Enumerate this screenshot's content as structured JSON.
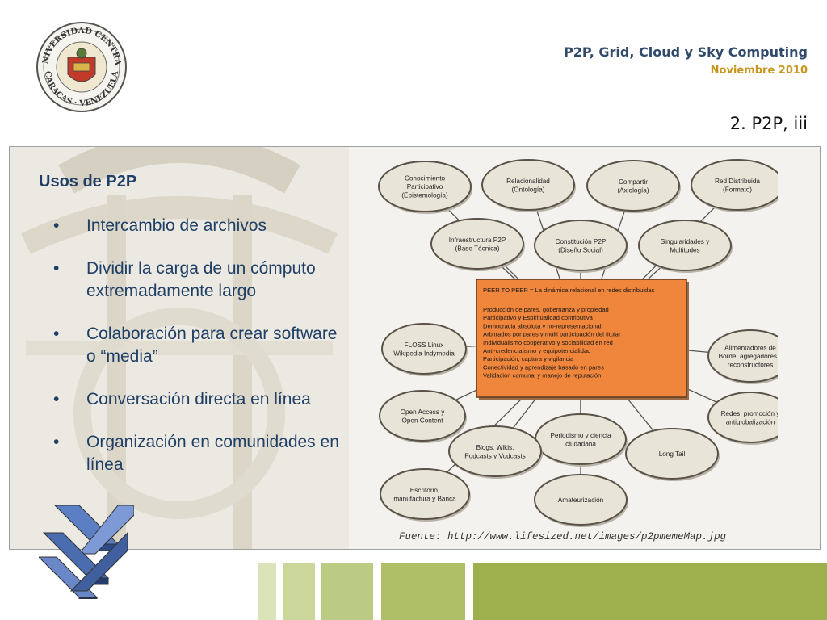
{
  "header": {
    "seal_text_top": "UNIVERSIDAD CENTRAL",
    "seal_text_bottom": "CARACAS · VENEZUELA",
    "title": "P2P, Grid, Cloud y Sky Computing",
    "date": "Noviembre 2010",
    "slide_title": "2. P2P, iii"
  },
  "content": {
    "heading": "Usos de P2P",
    "bullets": [
      "Intercambio de archivos",
      "Dividir la carga de un cómputo extremadamente largo",
      "Colaboración para crear software o “media”",
      "Conversación directa en línea",
      "Organización en comunidades en línea"
    ]
  },
  "mindmap": {
    "center": {
      "heading": "PEER TO PEER = La dinámica relacional en redes distribuidas",
      "lines": [
        "Producción de pares, gobernanza y propiedad",
        "Participativo y Espiritualidad contributiva",
        "Democracia absoluta y no-representacional",
        "Arbitrados por pares y multi participación del titular",
        "Individualismo cooperativo y sociabilidad en red",
        "Anti-credencialismo y equipotencialidad",
        "Participación, captura y vigilancia",
        "Conectividad y aprendizaje basado en pares",
        "Validación comunal y manejo de reputación"
      ]
    },
    "nodes": [
      {
        "lines": [
          "Conocimiento",
          "Participativo",
          "(Epistemología)"
        ]
      },
      {
        "lines": [
          "Relacionalidad",
          "(Ontología)"
        ]
      },
      {
        "lines": [
          "Compartir",
          "(Axiología)"
        ]
      },
      {
        "lines": [
          "Red Distribuida",
          "(Formato)"
        ]
      },
      {
        "lines": [
          "Infraestructura P2P",
          "(Base Técnica)"
        ]
      },
      {
        "lines": [
          "Constitución P2P",
          "(Diseño Social)"
        ]
      },
      {
        "lines": [
          "Singularidades y",
          "Multitudes"
        ]
      },
      {
        "lines": [
          "FLOSS Linux",
          "Wikipedia Indymedia"
        ]
      },
      {
        "lines": [
          "Alimentadores de",
          "Borde, agregadores y",
          "reconstructores"
        ]
      },
      {
        "lines": [
          "Open Access y",
          "Open Content"
        ]
      },
      {
        "lines": [
          "Redes, promoción y",
          "antiglobalización"
        ]
      },
      {
        "lines": [
          "Periodismo y ciencia",
          "ciudadana"
        ]
      },
      {
        "lines": [
          "Blogs, Wikis,",
          "Podcasts y Vodcasts"
        ]
      },
      {
        "lines": [
          "Long Tail"
        ]
      },
      {
        "lines": [
          "Escritorio,",
          "manufactura y Banca"
        ]
      },
      {
        "lines": [
          "Amateurización"
        ]
      }
    ],
    "source": "Fuente: http://www.lifesized.net/images/p2pmemeMap.jpg"
  },
  "colors": {
    "heading_blue": "#1f3f66",
    "accent_gold": "#c8961e",
    "node_fill": "#e8e4d8",
    "node_stroke": "#5a5248",
    "center_fill": "#f0853c",
    "bar_light": "#d7dfb2",
    "bar_mid": "#bccb84",
    "bar_dark": "#9eb04e"
  }
}
